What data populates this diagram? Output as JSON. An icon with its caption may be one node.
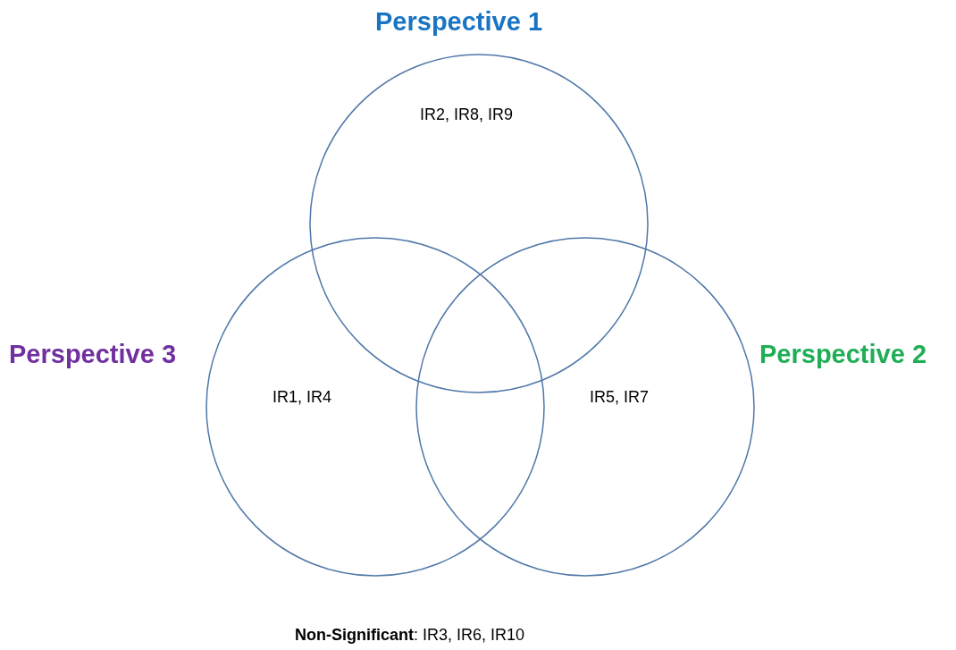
{
  "diagram": {
    "nodes": [
      {
        "text": [
          "Perspective 1",
          "IR2, IR8, IR9"
        ]
      },
      {
        "text": [
          "Perspective 2",
          "IR5, IR7"
        ]
      },
      {
        "text": [
          "Perspective 3",
          "IR1, IR4"
        ]
      }
    ],
    "labels": [
      "**Non-Significant**: IR3, IR6, IR10"
    ]
  }
}
